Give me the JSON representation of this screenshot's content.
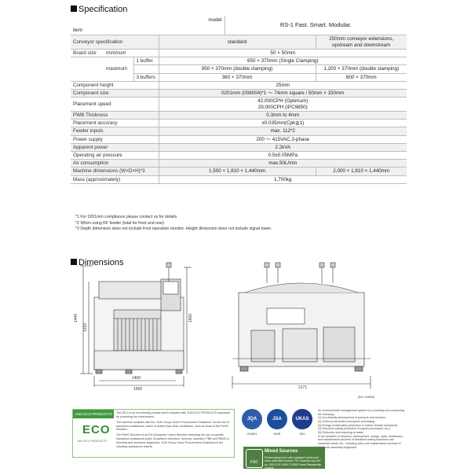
{
  "sections": {
    "specification": "Specification",
    "dimensions": "Dimensions"
  },
  "spec": {
    "header": {
      "model_label": "model",
      "item_label": "item",
      "model_name": "RS-1 Fast. Smart. Modular."
    },
    "conveyor": {
      "label": "Conveyor specification",
      "standard": "standard",
      "extension": "250mm conveyor extensions, upstream and downstream"
    },
    "board": {
      "label": "Board size",
      "minimum_label": "minimum",
      "minimum": "50 × 50mm",
      "maximum_label": "maximum",
      "buffer1_label": "1 buffer",
      "buffer1": "650 × 370mm (Single Clamping)",
      "dbl_a": "950 × 370mm (double clamping)",
      "dbl_b": "1,200 × 370mm (double clamping)",
      "buffer3_label": "3 buffers",
      "buffer3_a": "360 × 370mm",
      "buffer3_b": "600 × 370mm"
    },
    "rows": [
      {
        "label": "Component height",
        "value": "25mm"
      },
      {
        "label": "Component size",
        "value": "0201mm (008004)*1 ～ 74mm square / 50mm × 150mm"
      },
      {
        "label": "Placement speed",
        "value": "42,000CPH (Optimum)\n29,000CPH (IPC9850)"
      },
      {
        "label": "PWB Thickness",
        "value": "0.3mm to 4mm"
      },
      {
        "label": "Placement accuracy",
        "value": "±0.035mm(Cpk≧1)"
      },
      {
        "label": "Feeder inputs",
        "value": "max. 112*2"
      },
      {
        "label": "Power supply",
        "value": "200 ～ 415VAC,3-phase"
      },
      {
        "label": "Apparent power",
        "value": "2.2kVA"
      },
      {
        "label": "Operating air pressure",
        "value": "0.5±0.05MPa"
      },
      {
        "label": "Air consumption",
        "value": "max.50L/min"
      }
    ],
    "dimensions_row": {
      "label": "Machine dimensions (W×D×H)*3",
      "standard": "1,500 × 1,810 × 1,440mm",
      "extension": "2,000 × 1,810 × 1,440mm"
    },
    "mass_row": {
      "label": "Mass (approximately)",
      "value": "1,700kg"
    }
  },
  "notes": [
    "*1  For 0201mm compliance please contact us for details",
    "*2  When using RF feeder (total for front and rear)",
    "*3  Depth dimension does not include front operation monitor.  Height dimension does not include signal tower."
  ],
  "drawing": {
    "height_outer": "1440",
    "height_inner": "1310",
    "height_right": "1500",
    "width_inner": "1400",
    "width_outer": "1500",
    "width_side": "2171",
    "side_code": "(A31  110503)"
  },
  "eco": {
    "tab": "JUKI ECO PRODUCTS",
    "logo": "ECO",
    "sub": "JUKI ECO PRODUCTS",
    "text1": "The RS-1 is an eco-friendly product which complies with JUKI ECO PRODUCTS standards for protecting the environment.",
    "text2": "The machine complies with the \"JUKI Group Green Procurement Guidelines\" on the use of hazardous substances, which is stricter than other restrictions, such as those of the RoHS Directive.",
    "text3": "The RoHS Directive is an EU (European Union) Directive restricting the use of specific hazardous substances (lead, hexavalent chromium, mercury, cadmium, PBB and PBDE) in electrical and electronic equipment. JUKI Group Green Procurement Guidelines is the voluntary substances criteria."
  },
  "certs": [
    {
      "mark": "JQA",
      "caption": "CM001",
      "color": "#2d5ea8"
    },
    {
      "mark": "JSA",
      "caption": "EMS",
      "color": "#1b4f9b"
    },
    {
      "mark": "UKAS",
      "caption": "ISO",
      "color": "#1e3c8c"
    }
  ],
  "env_list": [
    "An environmental management system for promoting and conducting the following:",
    "(1) Eco-friendly development of products and services",
    "(2) Green procurement and green purchasing",
    "(3) Energy conservation (reduction in carbon dioxide emissions)",
    "(4) Resource saving (reduction of papers purchased, etc.)",
    "(5) Reduction and recycling of waste",
    "In the activities of research, development, design, sales, distribution, and maintenance services of industrial sewing machines and industrial robots, etc., including sales and maintenance services of electronic assembly equipment."
  ],
  "fsc": {
    "title": "Mixed Sources",
    "text": "Product group from well-managed forests and other controlled sources. FSC www.fsc.org Cert no. SGS-COC-0000 © 1996 Forest Stewardship Council",
    "mark": "FSC"
  }
}
